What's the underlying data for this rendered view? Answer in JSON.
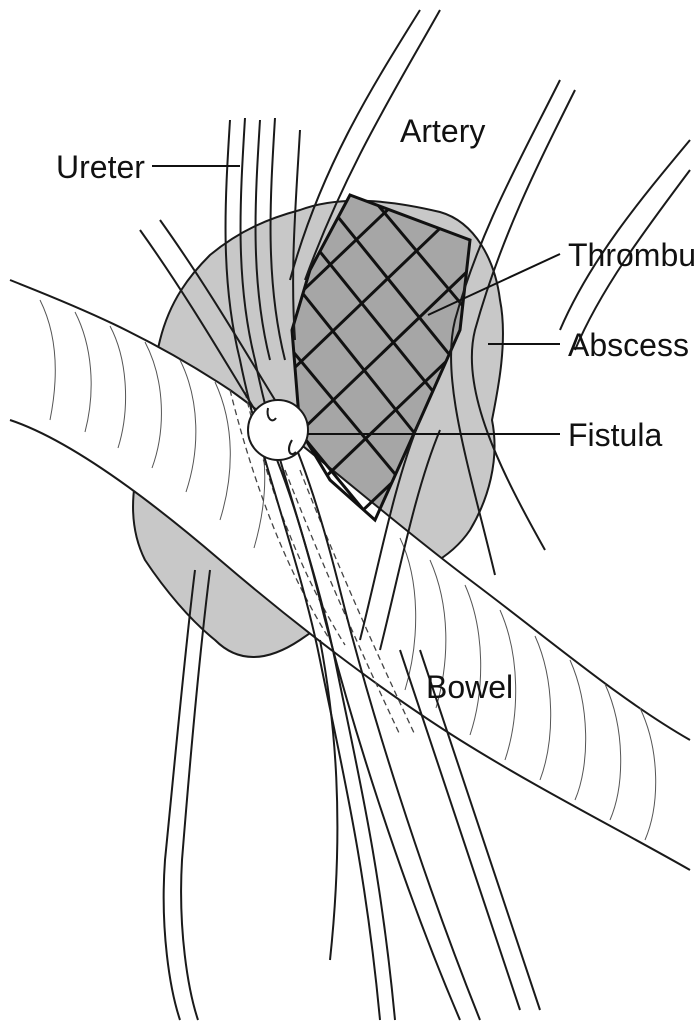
{
  "labels": {
    "ureter": "Ureter",
    "artery": "Artery",
    "thrombus": "Thrombu",
    "abscess": "Abscess",
    "fistula": "Fistula",
    "bowel": "Bowel"
  },
  "colors": {
    "abscess_fill": "#c8c8c8",
    "thrombus_fill": "#a6a6a6",
    "bowel_fill": "#ffffff",
    "line": "#1a1a1a",
    "stent": "#111111"
  }
}
